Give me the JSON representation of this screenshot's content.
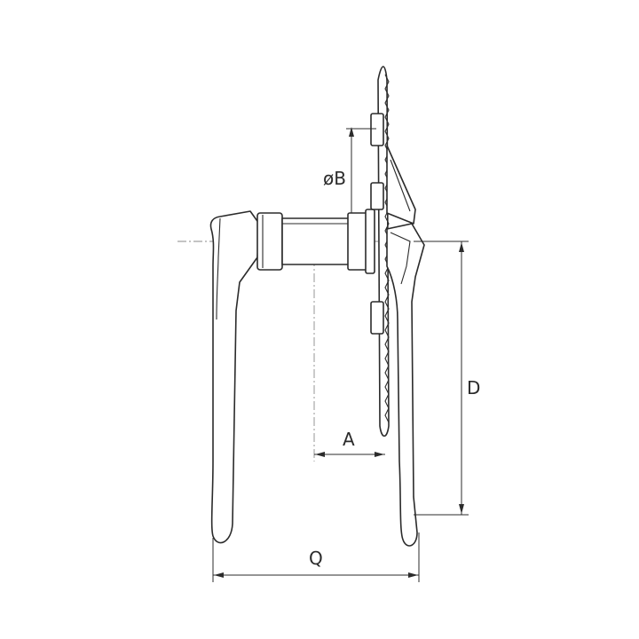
{
  "colors": {
    "line": "#2b2b2b",
    "centerline": "#8a8a8a",
    "background": "#ffffff"
  },
  "labels": {
    "bolt_circle_diameter": "øB",
    "crank_length": "D",
    "offset": "A",
    "q_factor": "Q"
  }
}
